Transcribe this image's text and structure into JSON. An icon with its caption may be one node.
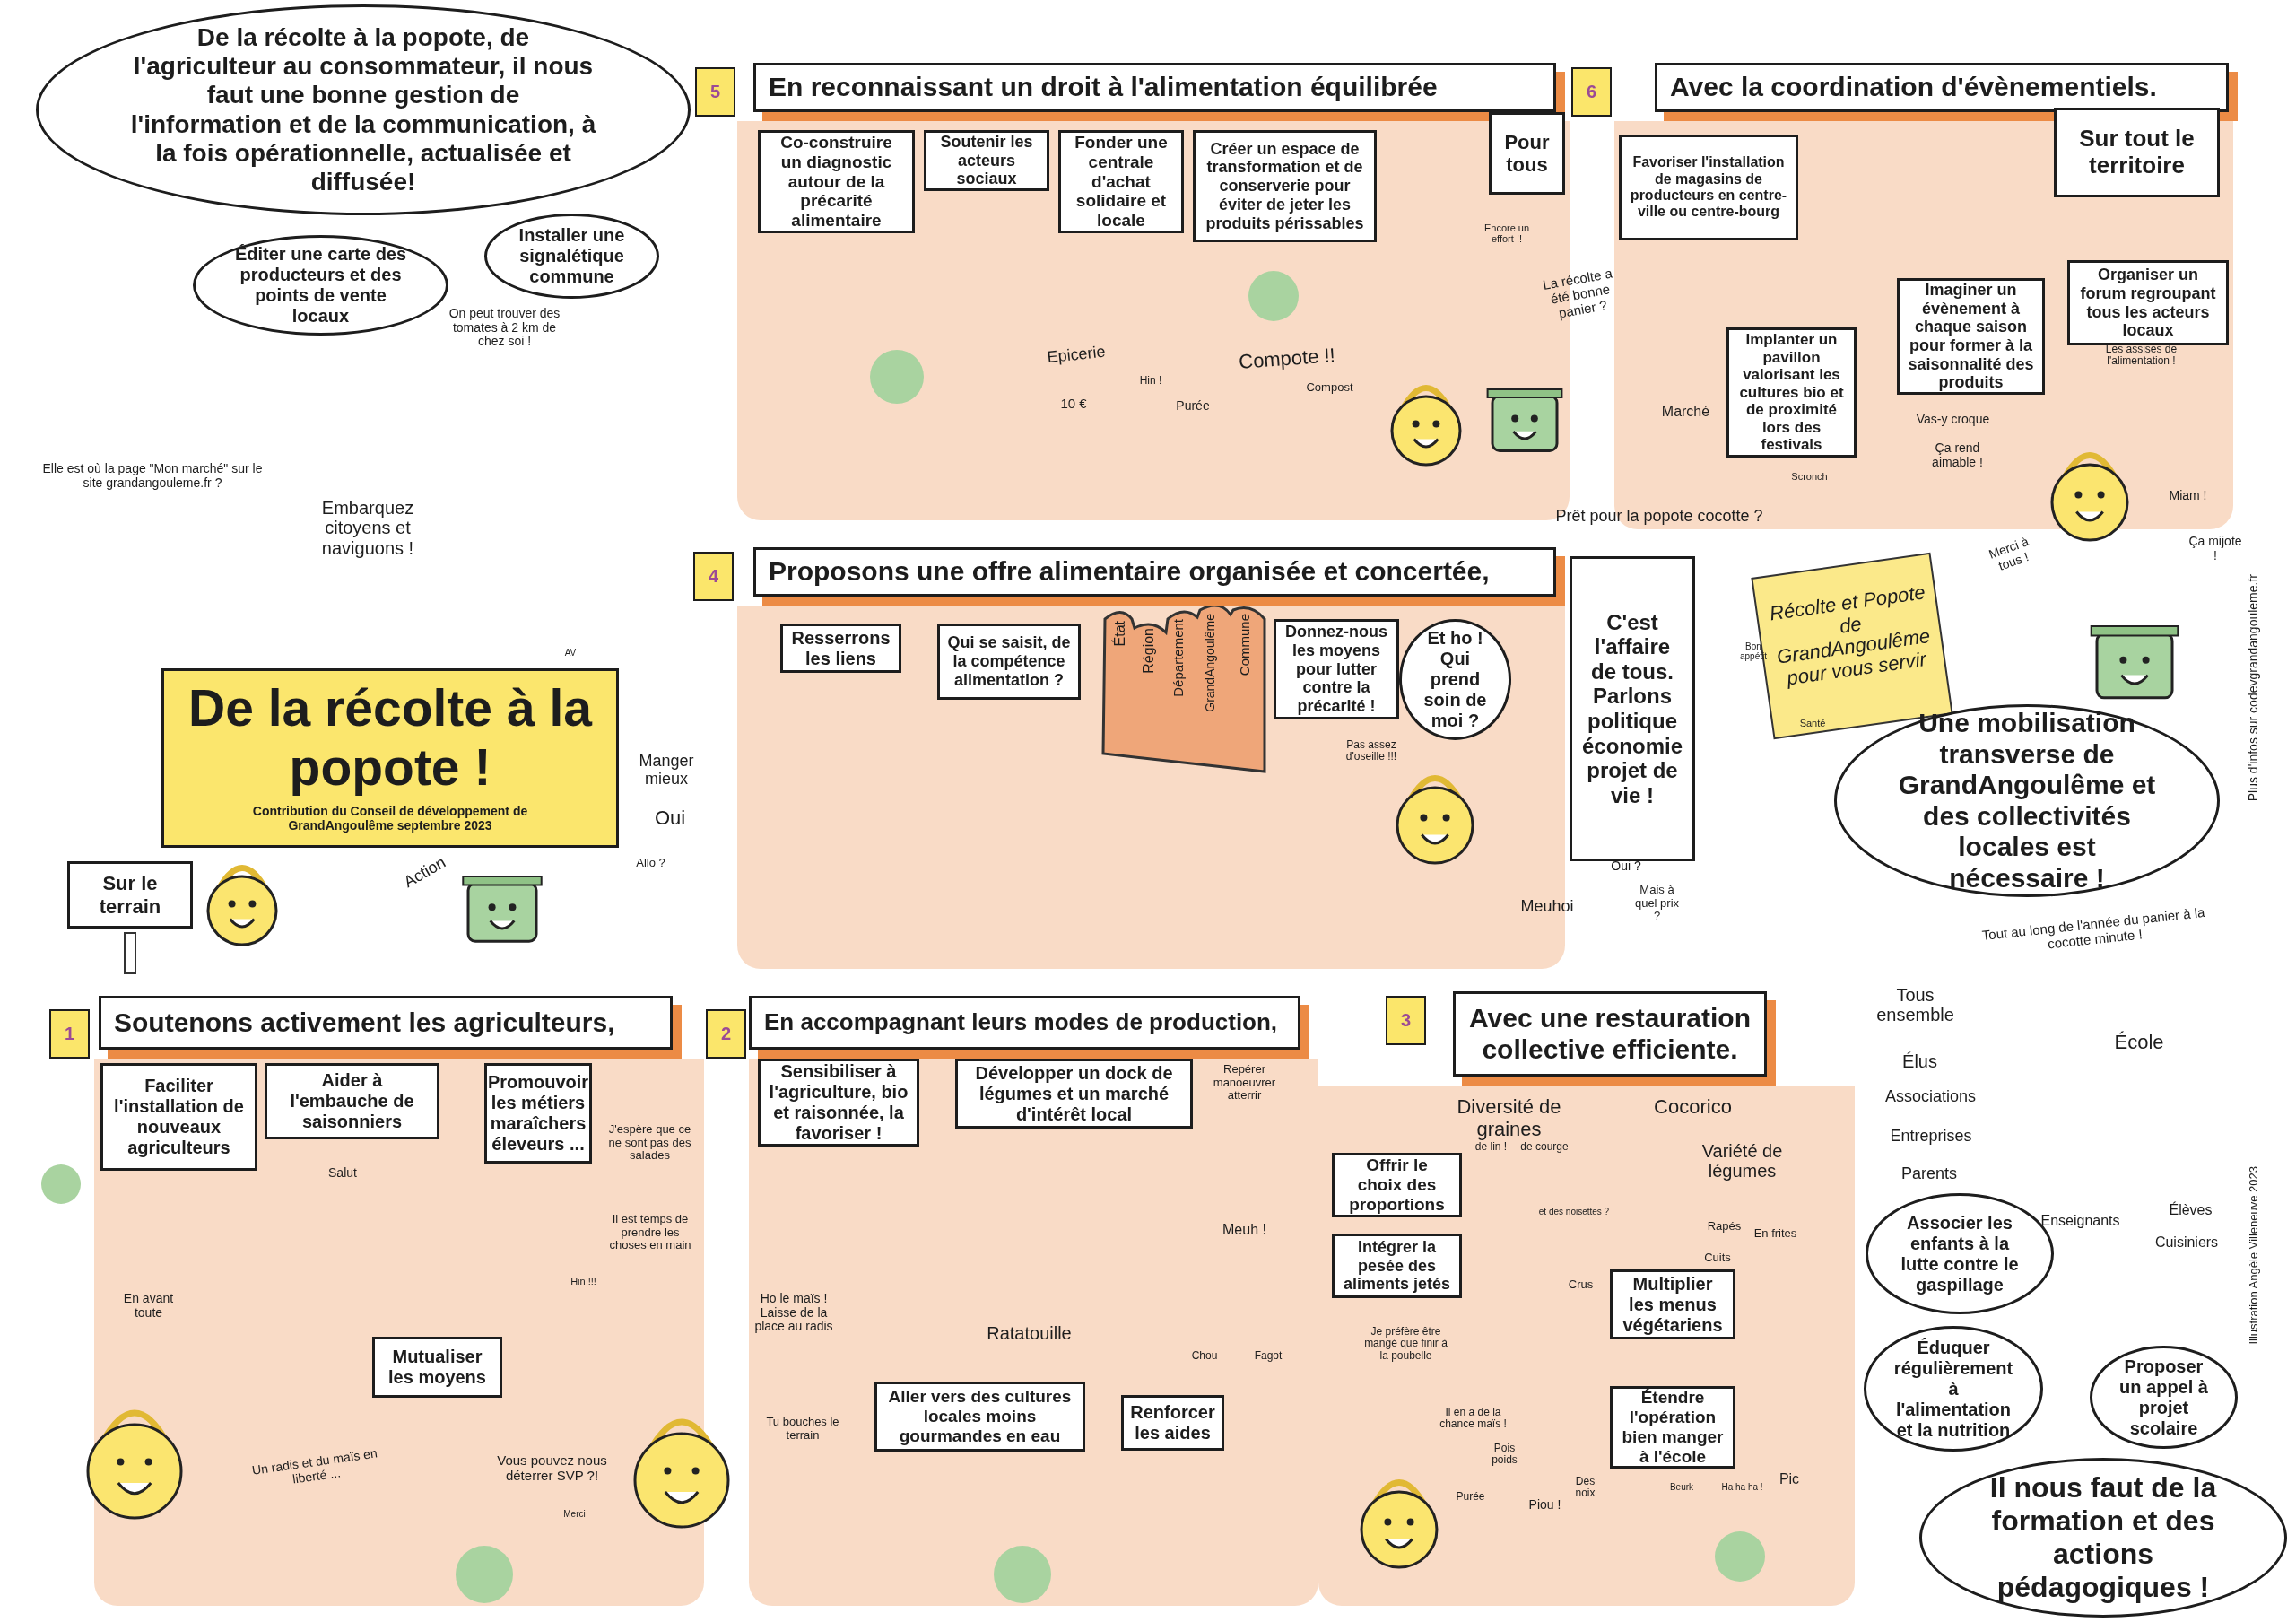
{
  "diagram": {
    "nodes": [
      {
        "text": [
          "De la récolte à la popote, de l'agriculteur au consommateur, il nous faut une bonne gestion de l'information et de la communication, à la fois opérationnelle, actualisée et diffusée!"
        ]
      },
      {
        "text": [
          "Éditer une carte des producteurs et des points de vente locaux"
        ]
      },
      {
        "text": [
          "Installer une signalétique commune"
        ]
      },
      {
        "text": [
          "5"
        ]
      },
      {
        "text": [
          "En reconnaissant un droit à l'alimentation équilibrée"
        ]
      },
      {
        "text": [
          "Co-construire un diagnostic autour de la précarité alimentaire"
        ],
        "in": 4
      },
      {
        "text": [
          "Soutenir les acteurs sociaux"
        ],
        "in": 4
      },
      {
        "text": [
          "Fonder une centrale d'achat solidaire et locale"
        ],
        "in": 4
      },
      {
        "text": [
          "Créer un espace de transformation et de conserverie pour éviter de jeter les produits périssables"
        ],
        "in": 4
      },
      {
        "text": [
          "Pour tous"
        ],
        "in": 4
      },
      {
        "text": [
          "6"
        ]
      },
      {
        "text": [
          "Avec la coordination d'évènementiels."
        ]
      },
      {
        "text": [
          "Sur tout le territoire"
        ],
        "in": 11
      },
      {
        "text": [
          "Favoriser l'installation de magasins de producteurs en centre-ville ou centre-bourg"
        ],
        "in": 11
      },
      {
        "text": [
          "Implanter un pavillon valorisant les cultures bio et de proximité lors des festivals"
        ],
        "in": 11
      },
      {
        "text": [
          "Imaginer un évènement à chaque saison pour former à la saisonnalité des produits"
        ],
        "in": 11
      },
      {
        "text": [
          "Organiser un forum regroupant tous les acteurs locaux"
        ],
        "in": 11
      },
      {
        "text": [
          "4"
        ]
      },
      {
        "text": [
          "Proposons une offre alimentaire organisée et concertée,"
        ]
      },
      {
        "text": [
          "Resserrons les liens"
        ],
        "in": 18
      },
      {
        "text": [
          "Qui se saisit, de la compétence alimentation ?"
        ],
        "in": 18
      },
      {
        "text": [
          "Donnez-nous les moyens pour lutter contre la précarité !"
        ],
        "in": 18
      },
      {
        "text": [
          "Et ho ! Qui prend soin de moi ?"
        ],
        "in": 18
      },
      {
        "text": [
          "C'est l'affaire de tous. Parlons politique économie projet de vie !"
        ]
      },
      {
        "text": [
          "De la récolte à la popote !",
          "Contribution du Conseil de développement de GrandAngoulême septembre 2023"
        ]
      },
      {
        "text": [
          "Sur le terrain"
        ]
      },
      {
        "text": [
          "1"
        ]
      },
      {
        "text": [
          "Soutenons activement les agriculteurs,"
        ]
      },
      {
        "text": [
          "Faciliter l'installation de nouveaux agriculteurs"
        ],
        "in": 27
      },
      {
        "text": [
          "Aider à l'embauche de saisonniers"
        ],
        "in": 27
      },
      {
        "text": [
          "Promouvoir les métiers maraîchers éleveurs ..."
        ],
        "in": 27
      },
      {
        "text": [
          "Mutualiser les moyens"
        ],
        "in": 27
      },
      {
        "text": [
          "2"
        ]
      },
      {
        "text": [
          "En accompagnant leurs modes de production,"
        ]
      },
      {
        "text": [
          "Sensibiliser à l'agriculture, bio et raisonnée, la favoriser !"
        ],
        "in": 33
      },
      {
        "text": [
          "Développer un dock de légumes et un marché d'intérêt local"
        ],
        "in": 33
      },
      {
        "text": [
          "Aller vers des cultures locales moins gourmandes en eau"
        ],
        "in": 33
      },
      {
        "text": [
          "Renforcer les aides"
        ],
        "in": 33
      },
      {
        "text": [
          "3"
        ],
        "in": 39
      },
      {
        "text": [
          "Avec une restauration collective efficiente."
        ]
      },
      {
        "text": [
          "Offrir le choix des proportions"
        ],
        "in": 39
      },
      {
        "text": [
          "Intégrer la pesée des aliments jetés"
        ],
        "in": 39
      },
      {
        "text": [
          "Multiplier les menus végétariens"
        ],
        "in": 39
      },
      {
        "text": [
          "Étendre l'opération bien manger à l'école"
        ],
        "in": 39
      },
      {
        "text": [
          "Une mobilisation transverse de GrandAngoulême et des collectivités locales est nécessaire !"
        ]
      },
      {
        "text": [
          "Associer les enfants à la lutte contre le gaspillage"
        ]
      },
      {
        "text": [
          "Éduquer régulièrement à l'alimentation et la nutrition"
        ]
      },
      {
        "text": [
          "Proposer un appel à projet scolaire"
        ]
      },
      {
        "text": [
          "Il nous faut de la formation et des actions pédagogiques !"
        ]
      }
    ],
    "labels": [
      "On peut trouver des tomates à 2 km de chez soi !",
      "Elle est où la page \"Mon marché\" sur le site grandangouleme.fr ?",
      "Embarquez citoyens et naviguons !",
      "Encore un effort !!",
      "Epicerie",
      "10 €",
      "Hin !",
      "Purée",
      "Compote !!",
      "Compost",
      "La récolte a été bonne panier ?",
      "Marché",
      "Scronch",
      "Vas-y croque",
      "Ça rend aimable !",
      "Les assises de l'alimentation !",
      "Prêt pour la popote cocotte ?",
      "Miam !",
      "Merci à tous !",
      "Ça mijote !",
      "État",
      "Région",
      "Département",
      "GrandAngoulême",
      "Commune",
      "Pas assez d'oseille !!!",
      "Meuhoi",
      "Manger mieux",
      "Oui",
      "Allo ?",
      "Action",
      "Oui ?",
      "Mais à quel prix ?",
      "Récolte et Popote de GrandAngoulême pour vous servir",
      "Bon appétit",
      "Santé",
      "Tout au long de l'année du panier à la cocotte minute !",
      "Plus d'infos sur codevgrandangouleme.fr",
      "Salut",
      "J'espère que ce ne sont pas des salades",
      "Il est temps de prendre les choses en main",
      "En avant toute",
      "Hin !!!",
      "Un radis et du maïs en liberté ...",
      "Vous pouvez nous déterrer SVP ?!",
      "Merci",
      "Ho le maïs ! Laisse de la place au radis",
      "Tu bouches le terrain",
      "Repérer manoeuvrer atterrir",
      "Meuh !",
      "Ratatouille",
      "Chou",
      "Fagot",
      "Je préfère être mangé que finir à la poubelle",
      "Il en a de la chance maïs !",
      "Pois poids",
      "Purée",
      "Diversité de graines",
      "de lin !",
      "de courge",
      "Cocorico",
      "Variété de légumes",
      "et des noisettes ?",
      "Rapés",
      "Cuits",
      "En frites",
      "Crus",
      "Des noix",
      "Piou !",
      "Beurk",
      "Ha ha ha !",
      "Pic",
      "Tous ensemble",
      "Élus",
      "Associations",
      "Entreprises",
      "Parents",
      "École",
      "Enseignants",
      "Élèves",
      "Cuisiniers",
      "Illustration Angèle Villeneuve 2023",
      "AV"
    ]
  }
}
